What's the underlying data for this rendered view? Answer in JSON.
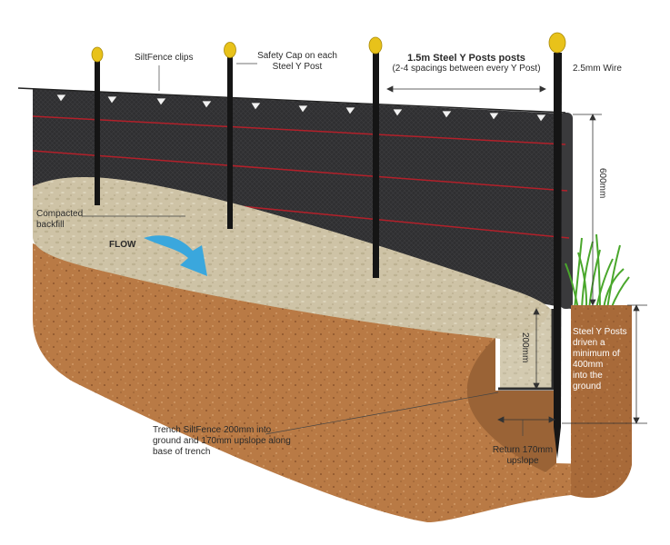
{
  "labels": {
    "siltfence_clips": "SiltFence clips",
    "safety_cap_1": "Safety Cap on each",
    "safety_cap_2": "Steel Y Post",
    "posts_title": "1.5m Steel Y Posts posts",
    "posts_spacing": "(2-4 spacings between every Y Post)",
    "wire": "2.5mm Wire",
    "fence_height": "600mm",
    "backfill_1": "Compacted",
    "backfill_2": "backfill",
    "flow": "FLOW",
    "trench_depth": "200mm",
    "post_depth_1": "Steel Y Posts",
    "post_depth_2": "driven a",
    "post_depth_3": "minimum of",
    "post_depth_4": "400mm",
    "post_depth_5": "into the",
    "post_depth_6": "ground",
    "trench_note_1": "Trench SiltFence 200mm into",
    "trench_note_2": "ground and 170mm upslope along",
    "trench_note_3": "base of trench",
    "return_1": "Return 170mm",
    "return_2": "upslope"
  },
  "colors": {
    "fabric": "#2e2e30",
    "red_stripe": "#b3202a",
    "post": "#151515",
    "cap": "#e8c21a",
    "backfill": "#c9bfa5",
    "soil": "#b97a45",
    "soil_dark": "#8a5530",
    "grass": "#5cb83a"
  }
}
